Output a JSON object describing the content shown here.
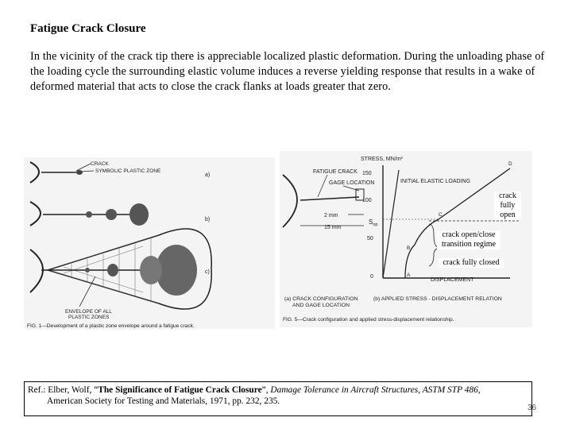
{
  "slide": {
    "title": "Fatigue Crack Closure",
    "paragraph": "In the vicinity of the crack tip there is appreciable localized plastic deformation.  During the unloading phase of the loading cycle the surrounding elastic volume induces a reverse yielding response that results in a wake of deformed material that acts to close the crack flanks at loads greater that zero.",
    "page_number": "36"
  },
  "figure1": {
    "label_crack": "CRACK",
    "label_symbolic_zone": "SYMBOLIC PLASTIC ZONE",
    "label_a": "a)",
    "label_b": "b)",
    "label_c": "c)",
    "label_envelope": "ENVELOPE OF ALL",
    "label_envelope2": "PLASTIC ZONES",
    "caption": "FIG. 1—Development of a plastic zone envelope around a fatigue crack."
  },
  "figure5": {
    "label_fatigue_crack": "FATIGUE CRACK",
    "label_gage_location": "GAGE LOCATION",
    "label_2mm": "2 mm",
    "label_15mm": "15 mm",
    "y_axis_label": "STRESS, MN/m²",
    "tick_150": "150",
    "tick_100": "100",
    "tick_50": "50",
    "tick_0": "0",
    "label_sop": "S",
    "label_sop_sub": "op",
    "label_initial_elastic": "INITIAL ELASTIC LOADING",
    "point_a": "A",
    "point_b": "B",
    "point_c": "C",
    "point_d": "D",
    "label_displacement": "DISPLACEMENT",
    "caption_a1": "(a) CRACK CONFIGURATION",
    "caption_a2": "AND GAGE LOCATION",
    "caption_b": "(b) APPLIED STRESS - DISPLACEMENT RELATION",
    "caption": "FIG. 5—Crack configuration and applied stress-displacement relationship."
  },
  "annotations": {
    "fully_open": "crack fully open",
    "transition": "crack open/close transition regime",
    "fully_closed": "crack fully closed"
  },
  "reference": {
    "prefix": "Ref.: Elber, Wolf, “",
    "title": "The Significance of Fatigue Crack Closure",
    "mid": "”, ",
    "book": "Damage Tolerance in Aircraft Structures, ASTM STP 486,",
    "line2": "American Society for Testing and Materials, 1971, pp. 232, 235."
  },
  "colors": {
    "text": "#000000",
    "figure_ink": "#222222",
    "background": "#ffffff"
  }
}
